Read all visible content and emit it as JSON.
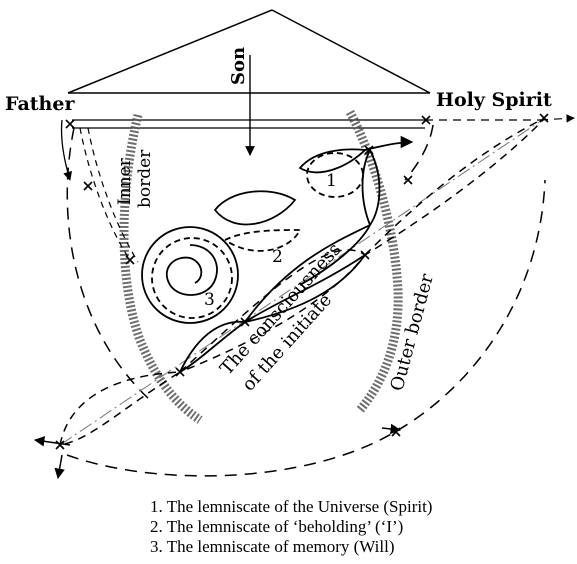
{
  "labels": {
    "father": "Father",
    "son": "Son",
    "holy_spirit": "Holy Spirit",
    "inner_border_1": "Inner",
    "inner_border_2": "border",
    "outer_border": "Outer border",
    "consciousness_1": "The consciousness",
    "consciousness_2": "of the initiate",
    "n1": "1",
    "n2": "2",
    "n3": "3"
  },
  "legend": [
    "1. The lemniscate of the Universe (Spirit)",
    "2. The lemniscate of ‘beholding’ (‘I’)",
    "3. The lemniscate of memory (Will)"
  ]
}
